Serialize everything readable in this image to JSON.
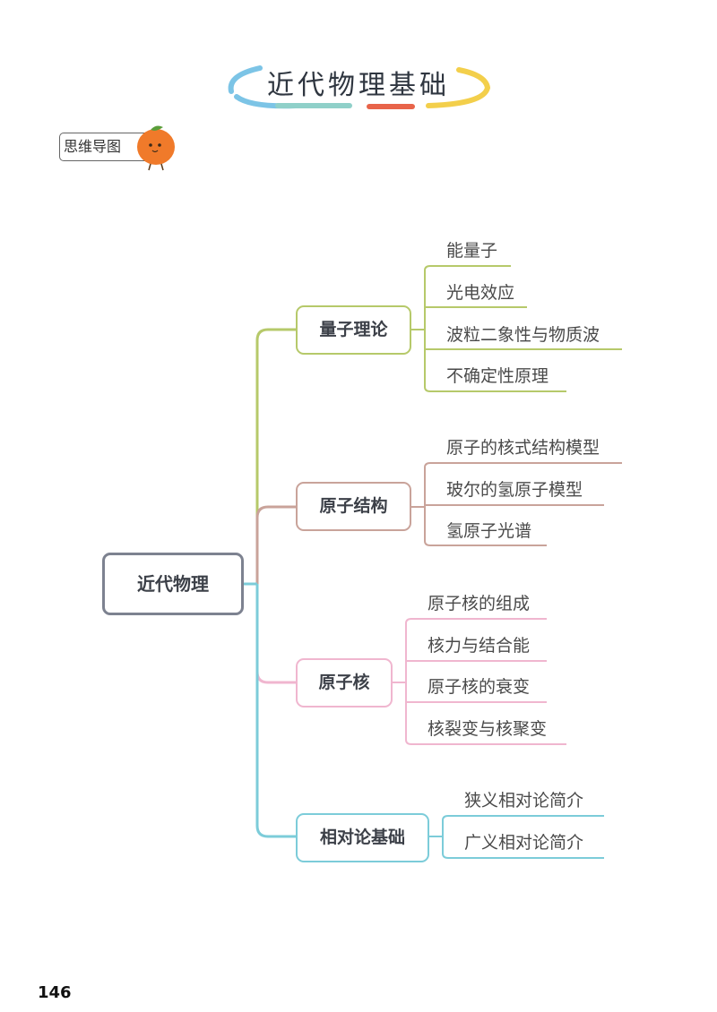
{
  "title": "近代物理基础",
  "tag": "思维导图",
  "page_number": "146",
  "root": "近代物理",
  "branches": [
    {
      "label": "量子理论",
      "color": "#b6c96a",
      "leaves": [
        "能量子",
        "光电效应",
        "波粒二象性与物质波",
        "不确定性原理"
      ]
    },
    {
      "label": "原子结构",
      "color": "#c9a39a",
      "leaves": [
        "原子的核式结构模型",
        "玻尔的氢原子模型",
        "氢原子光谱"
      ]
    },
    {
      "label": "原子核",
      "color": "#f0b6cf",
      "leaves": [
        "原子核的组成",
        "核力与结合能",
        "原子核的衰变",
        "核裂变与核聚变"
      ]
    },
    {
      "label": "相对论基础",
      "color": "#7cccd9",
      "leaves": [
        "狭义相对论简介",
        "广义相对论简介"
      ]
    }
  ],
  "title_underline_colors": [
    "#7cc4e6",
    "#8fd0c9",
    "#e8644a",
    "#f3cf4b"
  ]
}
